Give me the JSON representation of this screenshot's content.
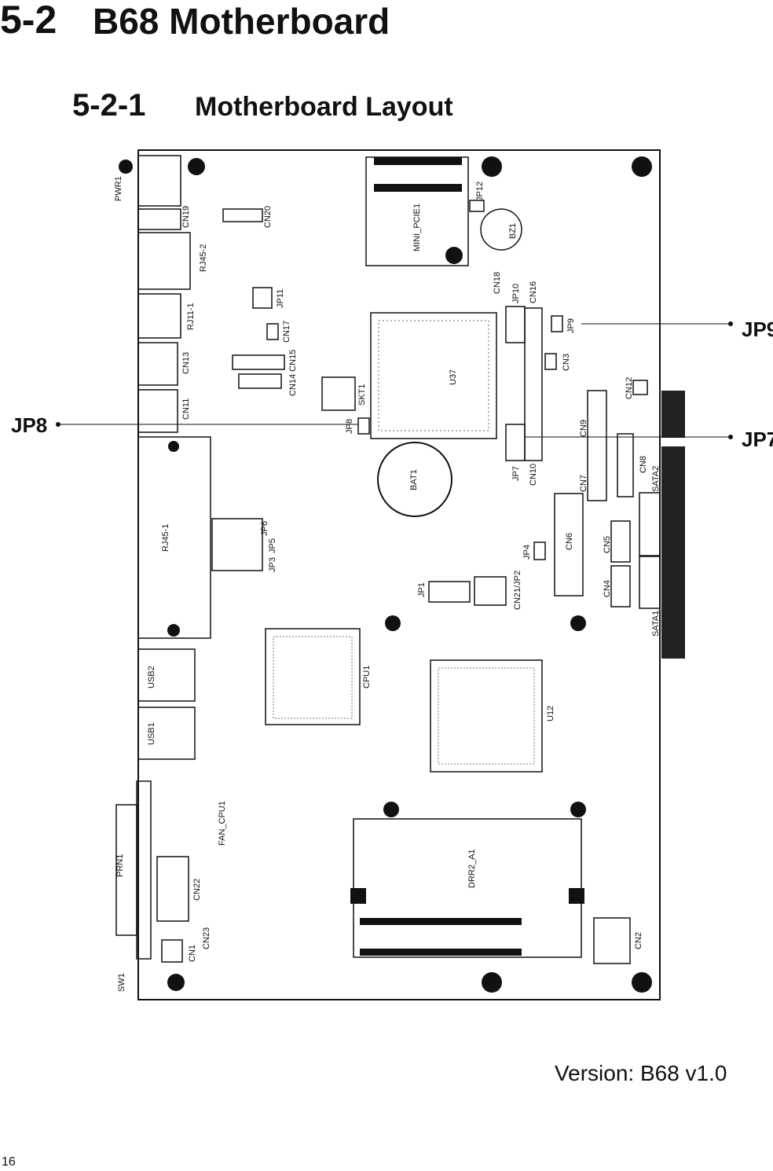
{
  "section": {
    "number": "5-2",
    "title": "B68 Motherboard"
  },
  "subsection": {
    "number": "5-2-1",
    "title": "Motherboard Layout"
  },
  "callouts": {
    "jp9": "JP9",
    "jp8": "JP8",
    "jp7": "JP7"
  },
  "labels": {
    "pwr1": "PWR1",
    "cn19": "CN19",
    "cn20": "CN20",
    "rj45_2": "RJ45-2",
    "rj11_1": "RJ11-1",
    "jp11": "JP11",
    "cn17": "CN17",
    "cn13": "CN13",
    "cn14_15": "CN14 CN15",
    "cn11": "CN11",
    "skt1": "SKT1",
    "jp8": "JP8",
    "mini_pcie1": "MINI_PCIE1",
    "jp12": "JP12",
    "bz1": "BZ1",
    "cn18": "CN18",
    "jp10": "JP10",
    "cn16": "CN16",
    "jp9": "JP9",
    "u37": "U37",
    "cn3": "CN3",
    "cn12": "CN12",
    "cn9": "CN9",
    "jp7": "JP7",
    "cn10": "CN10",
    "cn7": "CN7",
    "cn8": "CN8",
    "sata2": "SATA2",
    "bat1": "BAT1",
    "rj45_1": "RJ45-1",
    "jp6": "JP6",
    "jp5": "JP5",
    "jp3": "JP3",
    "cn6": "CN6",
    "jp4": "JP4",
    "cn5": "CN5",
    "cn4": "CN4",
    "jp1": "JP1",
    "cn21_jp2": "CN21/JP2",
    "sata1": "SATA1",
    "usb2": "USB2",
    "usb1": "USB1",
    "cpu1": "CPU1",
    "u12": "U12",
    "fan_cpu1": "FAN_CPU1",
    "prn1": "PRN1",
    "cn22": "CN22",
    "drr2_a1": "DRR2_A1",
    "cn1": "CN1",
    "cn23": "CN23",
    "cn2": "CN2",
    "sw1": "SW1"
  },
  "version": "Version: B68 v1.0",
  "page_number": "16"
}
